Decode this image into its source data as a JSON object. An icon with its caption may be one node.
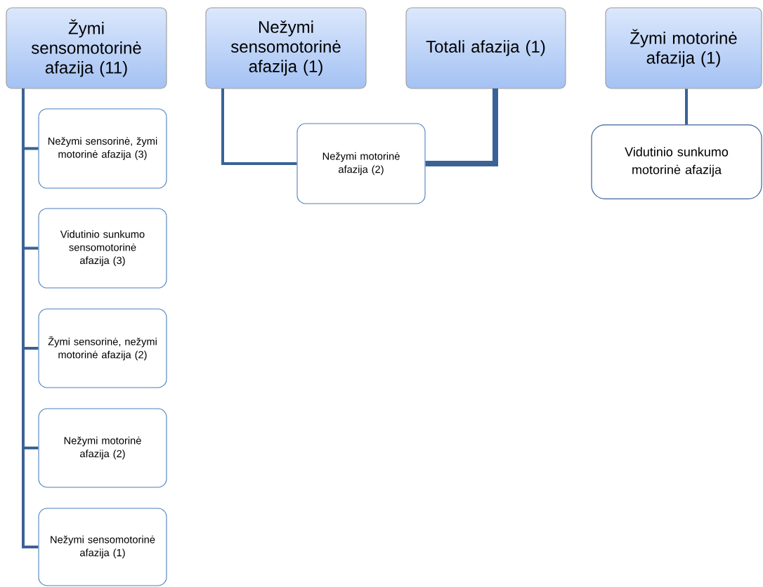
{
  "diagram": {
    "nodes": [
      {
        "text": [
          "Žymi sensomotorinė afazija (11)"
        ]
      },
      {
        "text": [
          "Nežymi sensomotorinė afazija (1)"
        ]
      },
      {
        "text": [
          "Totali afazija (1)"
        ]
      },
      {
        "text": [
          "Žymi motorinė afazija (1)"
        ]
      },
      {
        "text": [
          "Nežymi sensorinė, žymi motorinė afazija (3)"
        ]
      },
      {
        "text": [
          "Vidutinio sunkumo sensomotorinė afazija (3)"
        ]
      },
      {
        "text": [
          "Žymi sensorinė, nežymi motorinė afazija (2)"
        ]
      },
      {
        "text": [
          "Nežymi motorinė afazija (2)"
        ]
      },
      {
        "text": [
          "Nežymi sensomotorinė afazija (1)"
        ]
      },
      {
        "text": [
          "Nežymi motorinė afazija (2)"
        ]
      },
      {
        "text": [
          "Vidutinio sunkumo motorinė afazija"
        ]
      }
    ],
    "edges": [
      {
        "from": 0,
        "to": 4,
        "arrow": "none"
      },
      {
        "from": 0,
        "to": 5,
        "arrow": "none"
      },
      {
        "from": 0,
        "to": 6,
        "arrow": "none"
      },
      {
        "from": 0,
        "to": 7,
        "arrow": "none"
      },
      {
        "from": 0,
        "to": 8,
        "arrow": "none"
      },
      {
        "from": 1,
        "to": 9,
        "arrow": "none"
      },
      {
        "from": 2,
        "to": 9,
        "arrow": "none",
        "style": "thick"
      },
      {
        "from": 3,
        "to": 10,
        "arrow": "none"
      }
    ]
  }
}
